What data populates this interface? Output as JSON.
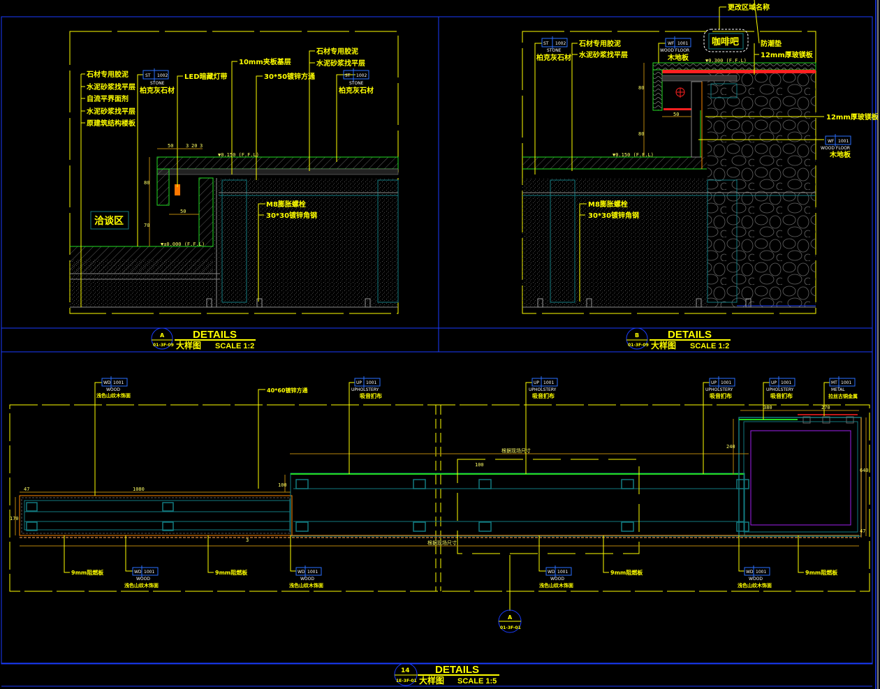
{
  "colors": {
    "background": "#000000",
    "frame": "#1a3cff",
    "annotation": "#ffff00",
    "outline_green": "#22dd22",
    "teal": "#127a80",
    "orange": "#ff8800",
    "brown": "#b8860b",
    "red": "#ff2020",
    "purple": "#a020f0",
    "tag_box": "#2a6fff",
    "gray": "#888888"
  },
  "detail_a": {
    "title": "DETAILS",
    "subtitle": "大样图",
    "scale": "SCALE 1:2",
    "marker_top": "A",
    "marker_bottom": "01-3F-09",
    "left_labels": [
      "石材专用胶泥",
      "水泥砂浆找平层",
      "自流平界面剂",
      "水泥砂浆找平层",
      "原建筑结构楼板"
    ],
    "tag_left": {
      "code": "ST",
      "num": "1002",
      "category": "STONE",
      "name": "柏克灰石材"
    },
    "led": "LED暗藏灯带",
    "plywood": "10mm夹板基层",
    "tube": "30*50镀锌方通",
    "right_labels": [
      "石材专用胶泥",
      "水泥砂浆找平层"
    ],
    "tag_right": {
      "code": "ST",
      "num": "1002",
      "category": "STONE",
      "name": "柏克灰石材"
    },
    "bolt": "M8膨胀螺栓",
    "angle": "30*30镀锌角钢",
    "zone": "洽谈区",
    "dims": [
      "50",
      "3",
      "20",
      "3",
      "80",
      "50",
      "70"
    ],
    "level_top": "▼0.150 (F.F.L)",
    "level_bottom": "▼±0.000 (F.F.L)"
  },
  "detail_b": {
    "title": "DETAILS",
    "subtitle": "大样图",
    "scale": "SCALE 1:2",
    "marker_top": "B",
    "marker_bottom": "01-3F-09",
    "change_note": "更改区域名称",
    "zone": "咖啡吧",
    "tag_left": {
      "code": "ST",
      "num": "1002",
      "category": "STONE",
      "name": "柏克灰石材"
    },
    "left_labels": [
      "石材专用胶泥",
      "水泥砂浆找平层"
    ],
    "tag_floor": {
      "code": "WF",
      "num": "1001",
      "category": "WOOD FLOOR",
      "name": "木地板"
    },
    "right_labels": [
      "防潮垫",
      "12mm厚玻镁板"
    ],
    "glass_board": "12mm厚玻镁板",
    "tag_right": {
      "code": "WF",
      "num": "1001",
      "category": "WOOD FLOOR",
      "name": "木地板"
    },
    "bolt": "M8膨胀螺栓",
    "angle": "30*30镀锌角钢",
    "dims": [
      "80",
      "50",
      "80"
    ],
    "level_top": "▼0.300 (F.F.L)",
    "level_bottom": "▼0.150 (F.F.L)"
  },
  "detail_14": {
    "title": "DETAILS",
    "subtitle": "大样图",
    "scale": "SCALE 1:5",
    "marker_top": "14",
    "marker_bottom": "1E-3F-01",
    "section_marker_top": "A",
    "section_marker_bottom": "01-3F-01",
    "top_tags": [
      {
        "code": "WD",
        "num": "1001",
        "category": "WOOD",
        "name": "浅色山纹木饰面"
      },
      {
        "code": "UP",
        "num": "1001",
        "category": "UPHOLSTERY",
        "name": "吸音扪布"
      },
      {
        "code": "UP",
        "num": "1001",
        "category": "UPHOLSTERY",
        "name": "吸音扪布"
      },
      {
        "code": "UP",
        "num": "1001",
        "category": "UPHOLSTERY",
        "name": "吸音扪布"
      },
      {
        "code": "UP",
        "num": "1001",
        "category": "UPHOLSTERY",
        "name": "吸音扪布"
      },
      {
        "code": "MT",
        "num": "1001",
        "category": "METAL",
        "name": "拉丝古铜金属"
      }
    ],
    "tube": "40*60镀锌方通",
    "bottom_tags": [
      {
        "code": "WD",
        "num": "1001",
        "category": "WOOD",
        "name": "浅色山纹木饰面"
      },
      {
        "code": "WD",
        "num": "1001",
        "category": "WOOD",
        "name": "浅色山纹木饰面"
      },
      {
        "code": "WD",
        "num": "1001",
        "category": "WOOD",
        "name": "浅色山纹木饰面"
      },
      {
        "code": "WD",
        "num": "1001",
        "category": "WOOD",
        "name": "浅色山纹木饰面"
      }
    ],
    "board_labels": [
      "9mm阻燃板",
      "9mm阻燃板",
      "9mm阻燃板",
      "9mm阻燃板"
    ],
    "dims": [
      "47",
      "1080",
      "170",
      "100",
      "根据现场尺寸",
      "100",
      "380",
      "270",
      "240",
      "640",
      "47",
      "3",
      "根据现场尺寸"
    ]
  }
}
